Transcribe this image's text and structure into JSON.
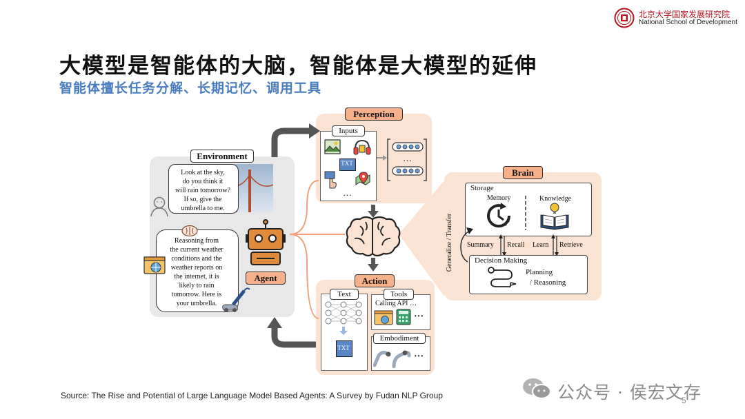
{
  "header": {
    "logo_cn": "北京大学国家发展研究院",
    "logo_en": "National School of Development"
  },
  "title": "大模型是智能体的大脑，智能体是大模型的延伸",
  "subtitle": "智能体擅长任务分解、长期记忆、调用工具",
  "diagram": {
    "environment_label": "Environment",
    "env_question": [
      "Look at the sky,",
      "do you think it",
      "will rain tomorrow?",
      "If so, give the",
      "umbrella to me."
    ],
    "agent_reply": [
      "Reasoning from",
      "the current weather",
      "conditions and the",
      "weather reports on",
      "the internet, it is",
      "likely to rain",
      "tomorrow. Here is",
      "your umbrella."
    ],
    "agent_label": "Agent",
    "perception_label": "Perception",
    "inputs_label": "Inputs",
    "txt_label": "TXT",
    "action_label": "Action",
    "text_label": "Text",
    "tools_label": "Tools",
    "calling_api": "Calling API …",
    "embodiment_label": "Embodiment",
    "brain_label": "Brain",
    "storage_label": "Storage",
    "memory_label": "Memory",
    "knowledge_label": "Knowledge",
    "summary_label": "Summary",
    "recall_label": "Recall",
    "learn_label": "Learn",
    "retrieve_label": "Retrieve",
    "decision_label": "Decision Making",
    "planning_label": "Planning",
    "reasoning_label": "/ Reasoning",
    "generalize_label": "Generalize / Transfer",
    "ellipsis": "…",
    "ellipsis_dots": "···"
  },
  "footer": {
    "source": "Source: The Rise and Potential of Large Language Model Based Agents: A Survey by Fudan NLP Group",
    "watermark": "公众号 · 侯宏文存",
    "page_number": "5"
  },
  "colors": {
    "accent_blue": "#4a7dbf",
    "panel_peach": "#fbe3d3",
    "panel_gray": "#e8e8e8",
    "label_orange": "#f6b08a",
    "logo_red": "#b5121b"
  }
}
